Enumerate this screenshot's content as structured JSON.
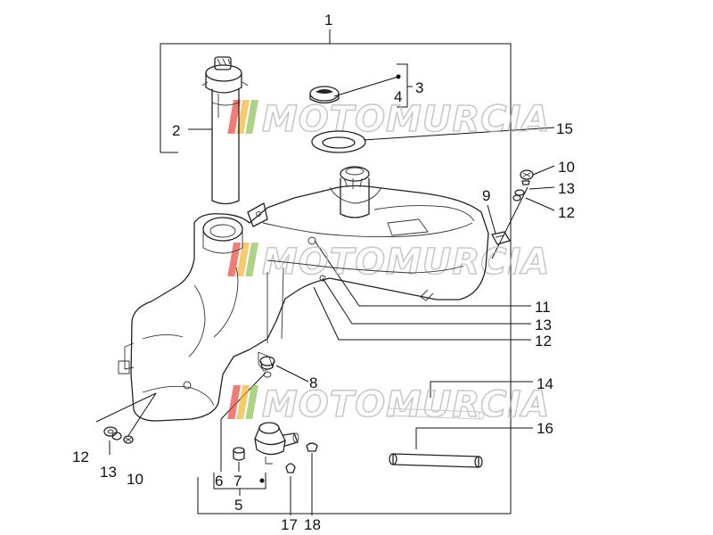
{
  "diagram": {
    "callouts": {
      "c1": "1",
      "c2": "2",
      "c3": "3",
      "c4": "4",
      "c15": "15",
      "c10a": "10",
      "c13a": "13",
      "c12a": "12",
      "c9": "9",
      "c11": "11",
      "c13b": "13",
      "c12b": "12",
      "c8": "8",
      "c14": "14",
      "c16": "16",
      "c12c": "12",
      "c13c": "13",
      "c10c": "10",
      "c6": "6",
      "c7": "7",
      "c5": "5",
      "c17": "17",
      "c18": "18"
    },
    "watermark": {
      "text": "MOTOMURCIA",
      "stripe_colors": [
        "#e8463c",
        "#f2b533",
        "#8cc152"
      ]
    }
  }
}
